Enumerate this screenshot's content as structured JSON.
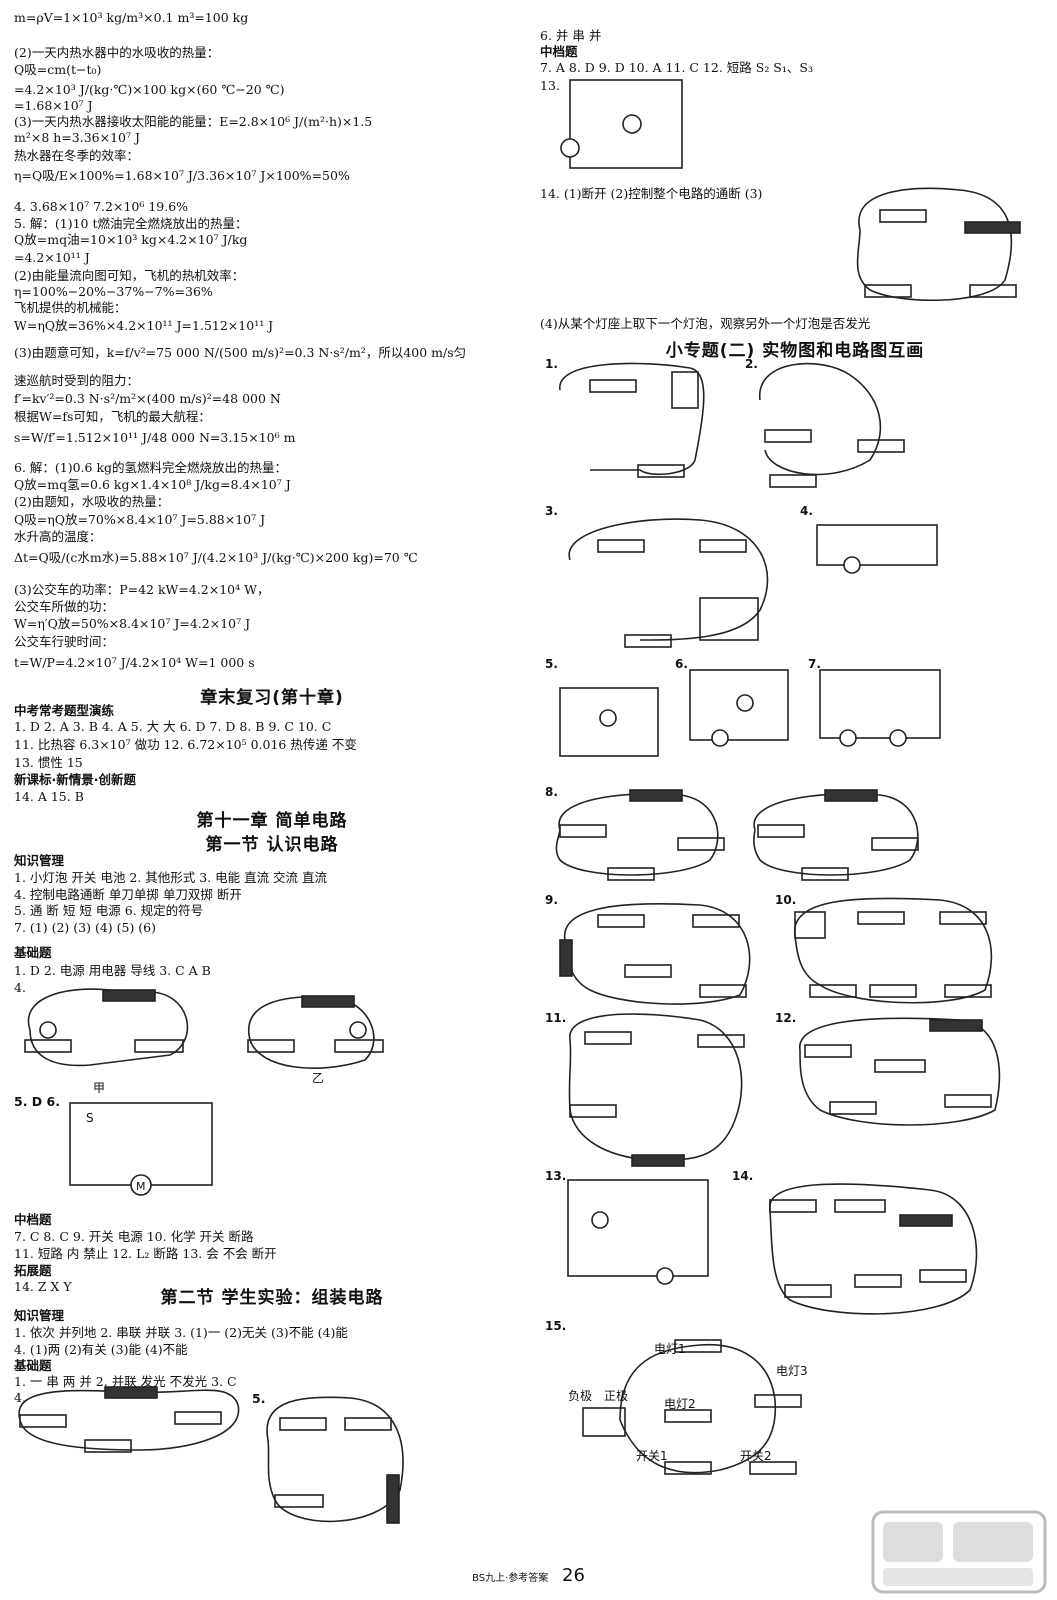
{
  "left_lines": [
    "m=ρV=1×10³ kg/m³×0.1 m³=100 kg",
    "(2)一天内热水器中的水吸收的热量：",
    "Q吸=cm(t−t₀)",
    "   =4.2×10³ J/(kg·℃)×100 kg×(60 ℃−20 ℃)",
    "   =1.68×10⁷ J",
    "(3)一天内热水器接收太阳能的能量：E=2.8×10⁶ J/(m²·h)×1.5",
    "m²×8 h=3.36×10⁷ J",
    "热水器在冬季的效率：",
    "η=Q吸/E×100%=1.68×10⁷ J/3.36×10⁷ J×100%=50%",
    "4. 3.68×10⁷   7.2×10⁶   19.6%",
    "5. 解：(1)10 t燃油完全燃烧放出的热量：",
    "Q放=mq油=10×10³ kg×4.2×10⁷ J/kg",
    "   =4.2×10¹¹ J",
    "(2)由能量流向图可知，飞机的热机效率：",
    "η=100%−20%−37%−7%=36%",
    "飞机提供的机械能：",
    "W=ηQ放=36%×4.2×10¹¹ J=1.512×10¹¹ J",
    "(3)由题意可知，k=f/v²=75 000 N/(500 m/s)²=0.3 N·s²/m²，所以400 m/s匀",
    "速巡航时受到的阻力：",
    "f′=kv′²=0.3 N·s²/m²×(400 m/s)²=48 000 N",
    "根据W=fs可知，飞机的最大航程：",
    "s=W/f′=1.512×10¹¹ J/48 000 N=3.15×10⁶ m",
    "6. 解：(1)0.6 kg的氢燃料完全燃烧放出的热量：",
    "Q放=mq氢=0.6 kg×1.4×10⁸ J/kg=8.4×10⁷ J",
    "(2)由题知，水吸收的热量：",
    "Q吸=ηQ放=70%×8.4×10⁷ J=5.88×10⁷ J",
    "水升高的温度：",
    "Δt=Q吸/(c水m水)=5.88×10⁷ J/(4.2×10³ J/(kg·℃)×200 kg)=70 ℃",
    "(3)公交车的功率：P=42 kW=4.2×10⁴ W，",
    "公交车所做的功：",
    "W=η′Q放=50%×8.4×10⁷ J=4.2×10⁷ J",
    "公交车行驶时间：",
    "t=W/P=4.2×10⁷ J/4.2×10⁴ W=1 000 s"
  ],
  "sec_review": "章末复习(第十章)",
  "review_lines": [
    "中考常考题型演练",
    "1. D  2. A  3. B  4. A  5. 大  大  6. D  7. D  8. B  9. C  10. C",
    "11. 比热容  6.3×10⁷  做功  12. 6.72×10⁵  0.016  热传递  不变",
    "13. 惯性  15",
    "新课标·新情景·创新题",
    "14. A  15. B"
  ],
  "chapter_title": "第十一章    简单电路",
  "section1_title": "第一节    认识电路",
  "s1_lines": [
    "知识管理",
    "1. 小灯泡  开关  电池  2. 其他形式  3. 电能  直流  交流  直流",
    "4. 控制电路通断  单刀单掷  单刀双掷  断开",
    "5. 通  断  短  短  电源  6. 规定的符号",
    "7. (1)      (2)       (3)       (4)        (5)       (6)",
    "基础题",
    "1. D  2. 电源  用电器  导线  3. C  A  B",
    "4."
  ],
  "s1_q5": "5. D  6.",
  "s1_labels": {
    "jia": "甲",
    "yi": "乙",
    "s": "S",
    "m": "M"
  },
  "s1_lines2": [
    "中档题",
    "7. C  8. C  9. 开关  电源  10. 化学  开关  断路",
    "11. 短路  内  禁止  12. L₂  断路  13. 会  不会  断开",
    "拓展题",
    "14. Z  X  Y"
  ],
  "section2_title": "第二节    学生实验：组装电路",
  "s2_lines": [
    "知识管理",
    "1. 依次  并列地  2. 串联  并联  3. (1)一  (2)无关  (3)不能  (4)能",
    "4. (1)两  (2)有关  (3)能  (4)不能",
    "基础题",
    "1. 一  串  两  并  2. 并联  发光  不发光  3. C",
    "4."
  ],
  "s2_q5": "5.",
  "right_lines": [
    "6. 并  串  并",
    "中档题",
    "7. A  8. D  9. D  10. A  11. C  12. 短路  S₂  S₁、S₃",
    "13."
  ],
  "right_q14": "14. (1)断开  (2)控制整个电路的通断  (3)",
  "right_q14_4": "(4)从某个灯座上取下一个灯泡，观察另外一个灯泡是否发光",
  "special_title": "小专题(二)    实物图和电路图互画",
  "q15_labels": {
    "lamp1": "电灯1",
    "lamp2": "电灯2",
    "lamp3": "电灯3",
    "neg": "负极",
    "pos": "正极",
    "sw1": "开关1",
    "sw2": "开关2"
  },
  "footer": {
    "tag": "BS九上·参考答案",
    "page": "26"
  }
}
